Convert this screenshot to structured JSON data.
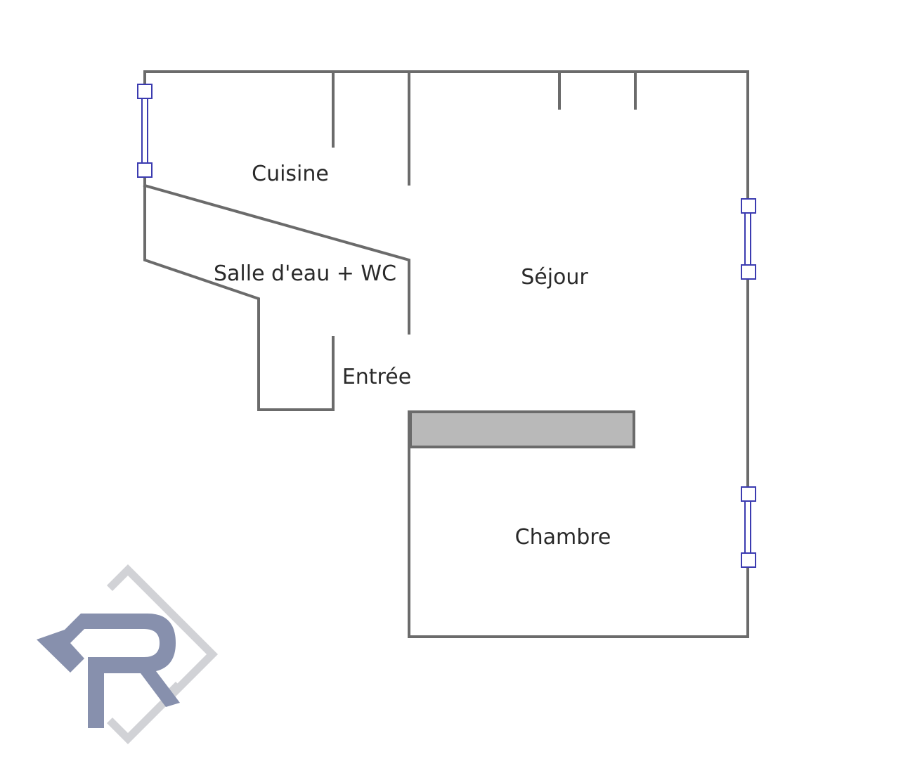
{
  "rooms": {
    "cuisine": "Cuisine",
    "salle_eau": "Salle d'eau + WC",
    "sejour": "Séjour",
    "entree": "Entrée",
    "chambre": "Chambre"
  },
  "colors": {
    "wall": "#6b6b6b",
    "window": "#3b3bb0",
    "closet": "#b9b9b9",
    "logo_letter": "#8790ad",
    "logo_diamond": "#d1d2d6"
  },
  "logo": {
    "letter": "R"
  }
}
